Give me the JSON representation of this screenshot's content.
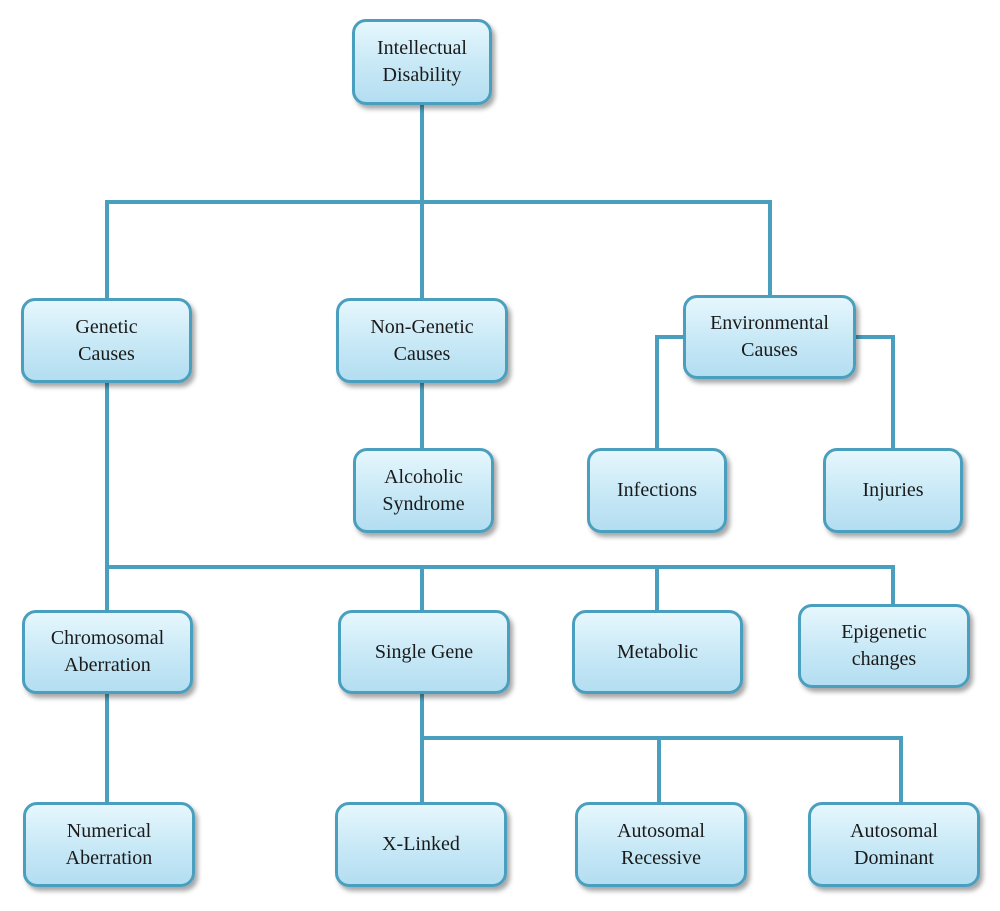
{
  "diagram": {
    "connector_color": "#4a9fbe",
    "node_border_color": "#4a9fbe",
    "node_fill_color": "#c7e8f6",
    "nodes": {
      "intellectual_disability": "Intellectual\nDisability",
      "genetic_causes": "Genetic\nCauses",
      "non_genetic_causes": "Non-Genetic\nCauses",
      "environmental_causes": "Environmental\nCauses",
      "alcoholic_syndrome": "Alcoholic\nSyndrome",
      "infections": "Infections",
      "injuries": "Injuries",
      "chromosomal_aberration": "Chromosomal\nAberration",
      "single_gene": "Single  Gene",
      "metabolic": "Metabolic",
      "epigenetic_changes": "Epigenetic\nchanges",
      "numerical_aberration": "Numerical\nAberration",
      "x_linked": "X-Linked",
      "autosomal_recessive": "Autosomal\nRecessive",
      "autosomal_dominant": "Autosomal\nDominant"
    }
  }
}
